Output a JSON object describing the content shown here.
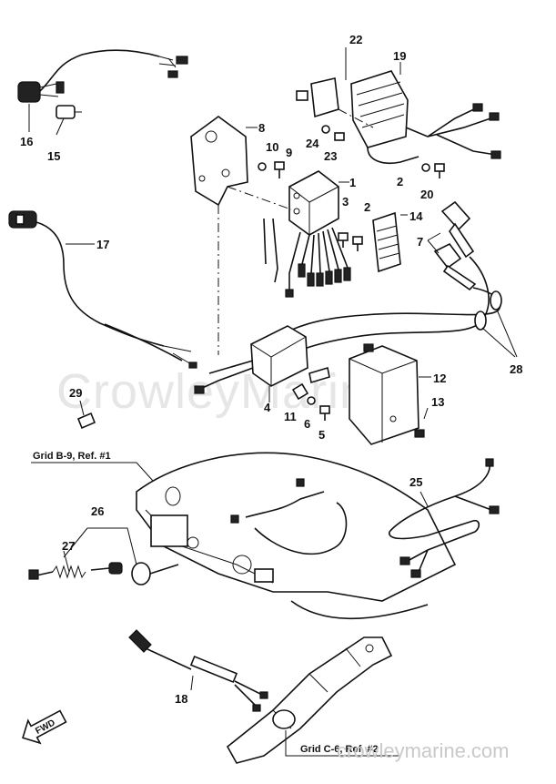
{
  "watermark": {
    "center": "CrowleyMarine",
    "bottom": "crowleymarine.com"
  },
  "part_labels": {
    "p1": "1",
    "p2a": "2",
    "p2b": "2",
    "p3": "3",
    "p4": "4",
    "p5": "5",
    "p6": "6",
    "p7": "7",
    "p8": "8",
    "p9": "9",
    "p10": "10",
    "p11": "11",
    "p12": "12",
    "p13": "13",
    "p14": "14",
    "p15": "15",
    "p16": "16",
    "p17": "17",
    "p18": "18",
    "p19": "19",
    "p20": "20",
    "p22": "22",
    "p23": "23",
    "p24": "24",
    "p25": "25",
    "p26": "26",
    "p27": "27",
    "p28": "28",
    "p29": "29"
  },
  "grid_refs": {
    "ref1": "Grid B-9, Ref. #1",
    "ref2": "Grid C-6, Ref. #2"
  },
  "fwd_arrow": "FWD"
}
